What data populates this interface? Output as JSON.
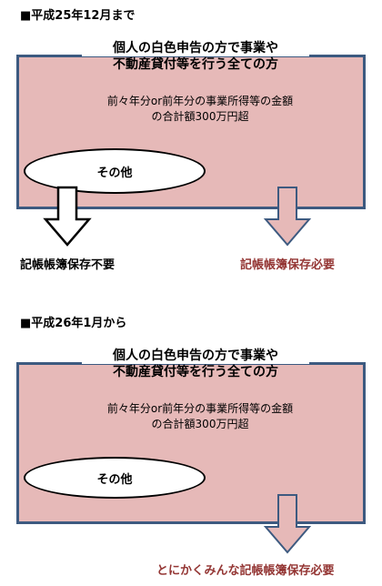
{
  "colors": {
    "box_fill": "#e6b9b8",
    "box_border": "#3d5a80",
    "pink_arrow_fill": "#e6b9b8",
    "required_text": "#943634"
  },
  "sections": [
    {
      "heading": "■平成25年12月まで",
      "box_title_lines": [
        "個人の白色申告の方で事業や",
        "不動産貸付等を行う全ての方"
      ],
      "income_lines": [
        "前々年分or前年分の事業所得等の金額",
        "の合計額300万円超"
      ],
      "other_label": "その他",
      "result_left": "記帳帳簿保存不要",
      "result_right": "記帳帳簿保存必要"
    },
    {
      "heading": "■平成26年1月から",
      "box_title_lines": [
        "個人の白色申告の方で事業や",
        "不動産貸付等を行う全ての方"
      ],
      "income_lines": [
        "前々年分or前年分の事業所得等の金額",
        "の合計額300万円超"
      ],
      "other_label": "その他",
      "result_right": "とにかくみんな記帳帳簿保存必要"
    }
  ]
}
